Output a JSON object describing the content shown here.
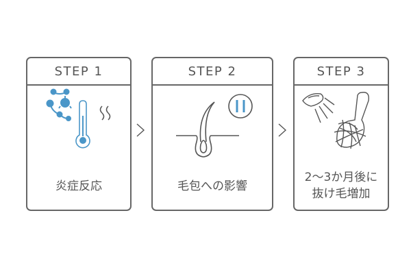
{
  "colors": {
    "border": "#666666",
    "text": "#555555",
    "accent": "#4a96c8",
    "line": "#555555"
  },
  "steps": [
    {
      "header": "STEP 1",
      "caption_lines": [
        "炎症反応"
      ],
      "icon": "inflammation-thermometer-icon"
    },
    {
      "header": "STEP 2",
      "caption_lines": [
        "毛包への影響"
      ],
      "icon": "hair-follicle-pause-icon"
    },
    {
      "header": "STEP 3",
      "caption_lines": [
        "2〜3か月後に",
        "抜け毛増加"
      ],
      "icon": "shower-brush-hair-loss-icon"
    }
  ],
  "arrows": [
    "arrow-right",
    "arrow-right"
  ]
}
